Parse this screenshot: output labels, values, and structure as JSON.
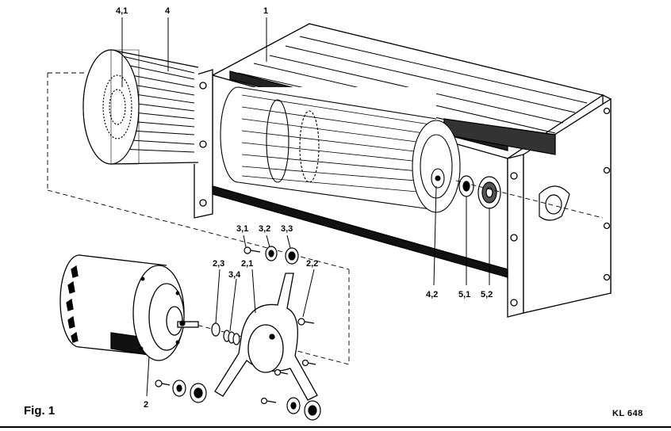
{
  "figure": {
    "caption": "Fig. 1",
    "code": "KL 648"
  },
  "labels": {
    "l4_1": "4,1",
    "l4": "4",
    "l1": "1",
    "l3_1": "3,1",
    "l3_2": "3,2",
    "l3_3": "3,3",
    "l2_3": "2,3",
    "l2_1": "2,1",
    "l2_2": "2,2",
    "l3_4": "3,4",
    "l4_2": "4,2",
    "l5_1": "5,1",
    "l5_2": "5,2",
    "l2": "2"
  }
}
